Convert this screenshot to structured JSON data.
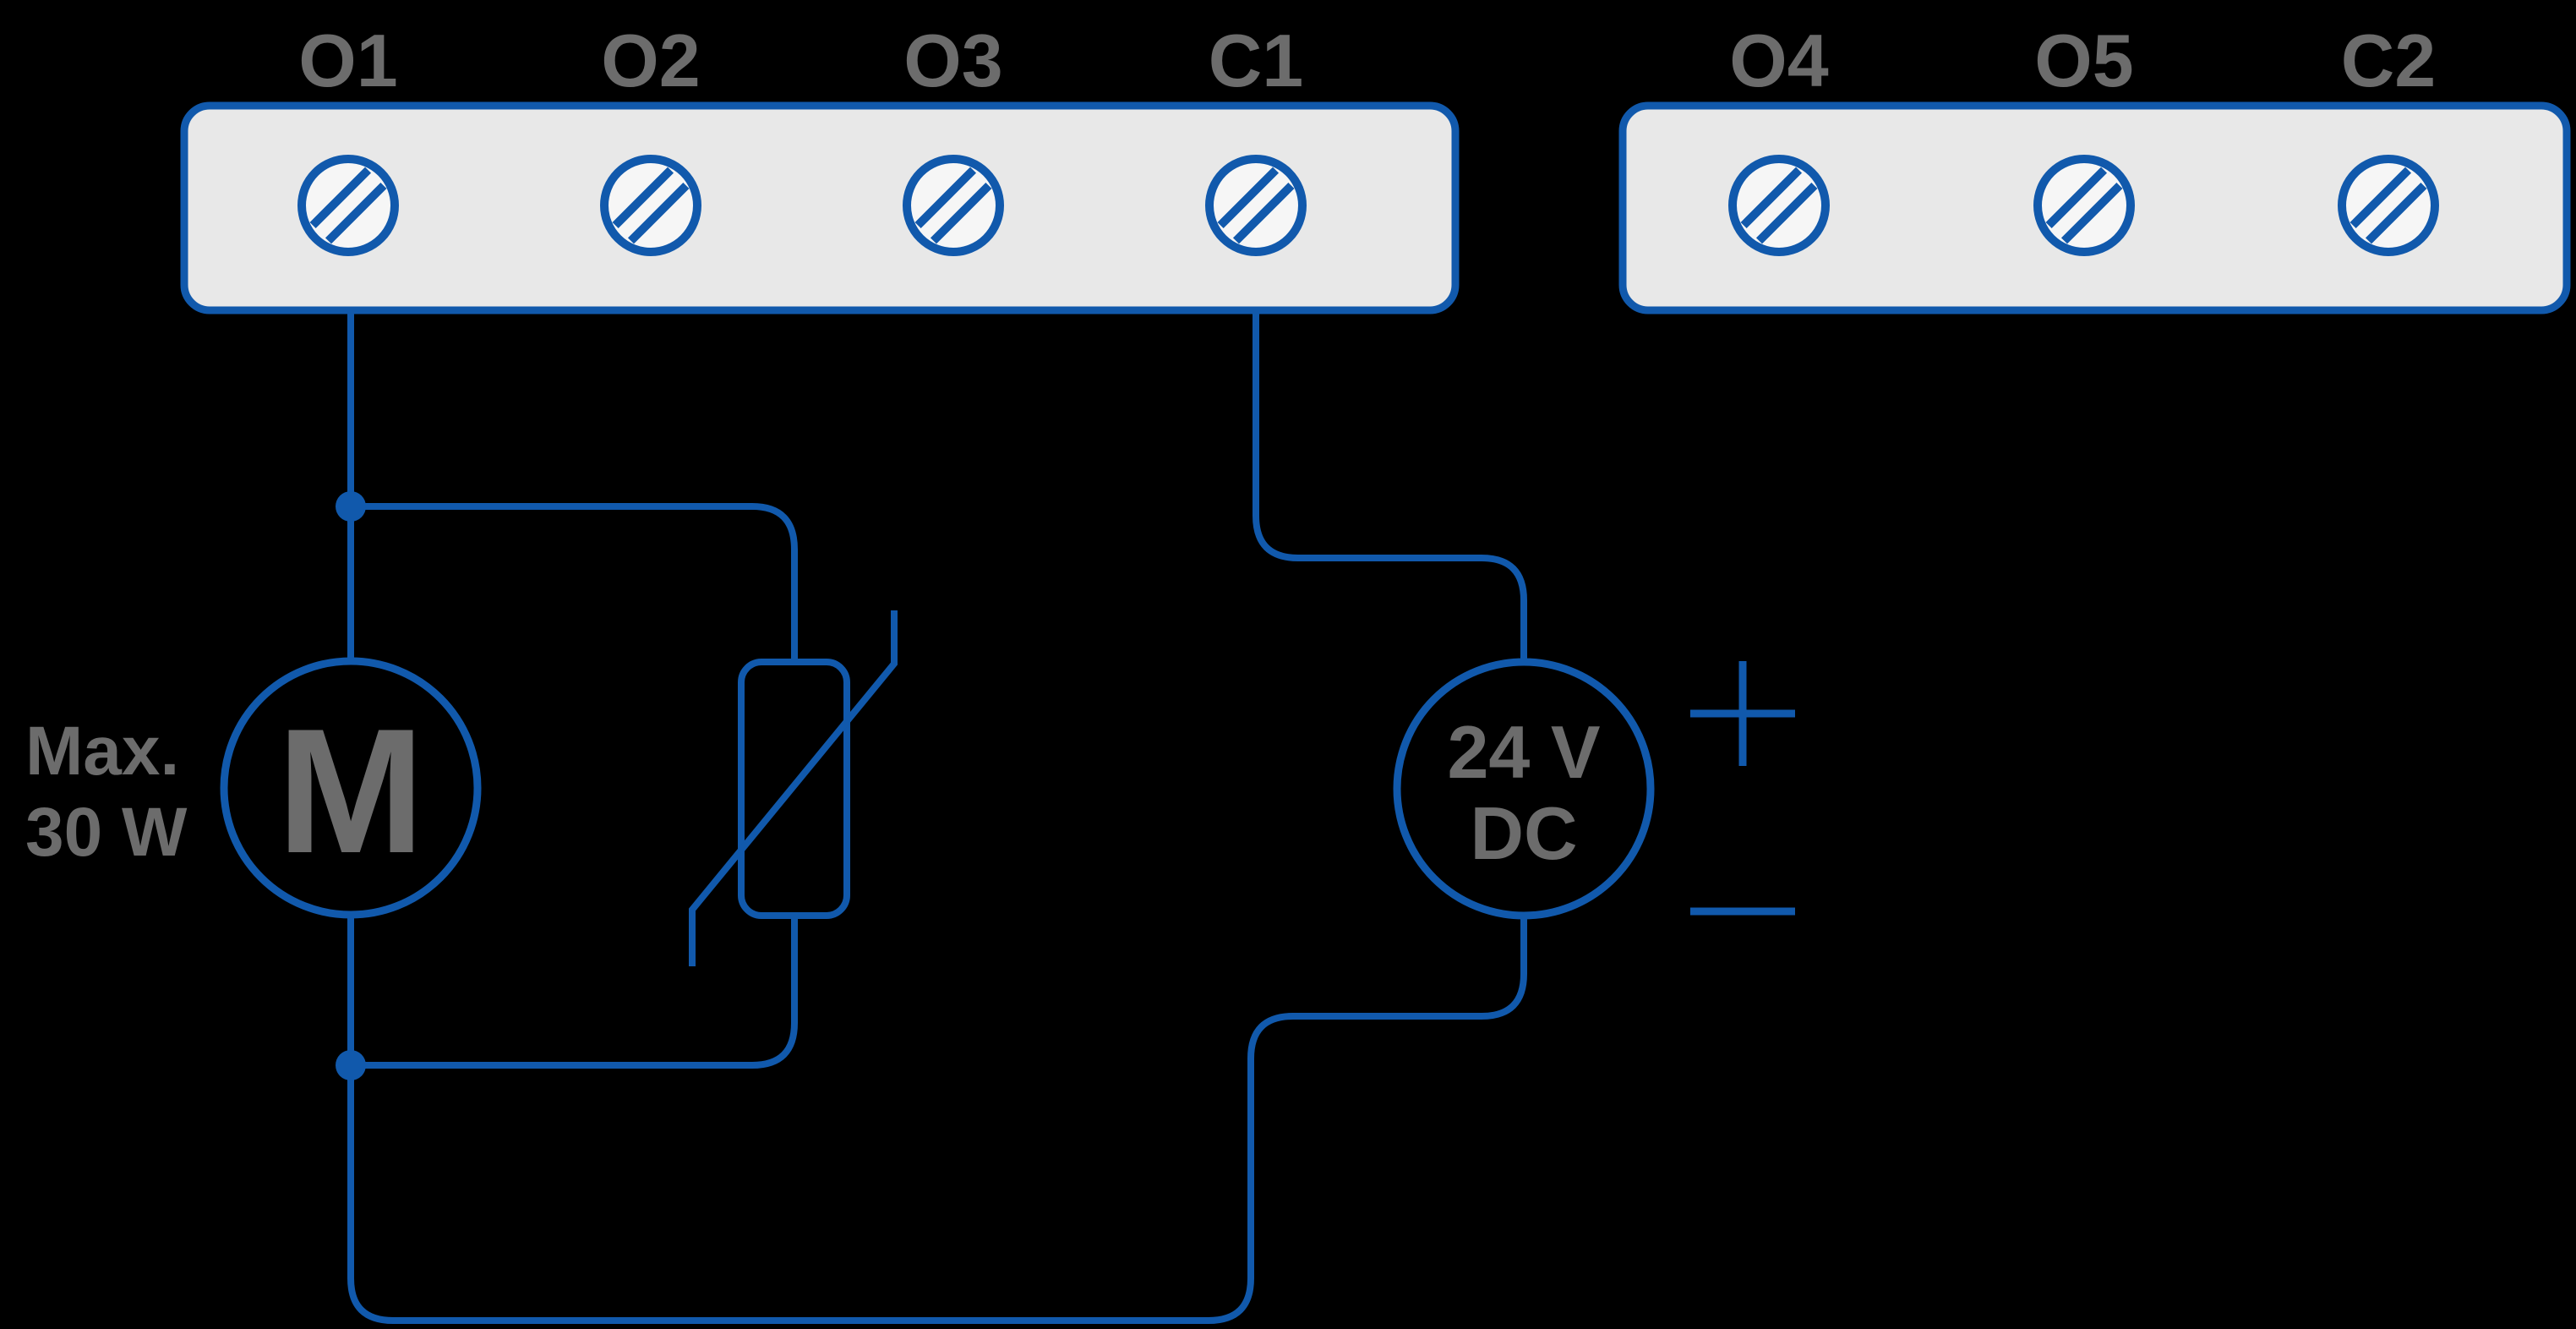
{
  "colors": {
    "background": "#000000",
    "wire": "#1159AC",
    "label": "#6C6C6C",
    "strip-fill": "#E8E8E8",
    "screw-fill": "#F6F6F6"
  },
  "terminal_strips": {
    "left": {
      "labels": [
        "O1",
        "O2",
        "O3",
        "C1"
      ]
    },
    "right": {
      "labels": [
        "O4",
        "O5",
        "C2"
      ]
    }
  },
  "components": {
    "motor": {
      "symbol": "M",
      "rating_line1": "Max.",
      "rating_line2": "30 W"
    },
    "power_supply": {
      "voltage": "24 V",
      "current_type": "DC",
      "positive_symbol": "+",
      "negative_symbol": "−"
    }
  }
}
